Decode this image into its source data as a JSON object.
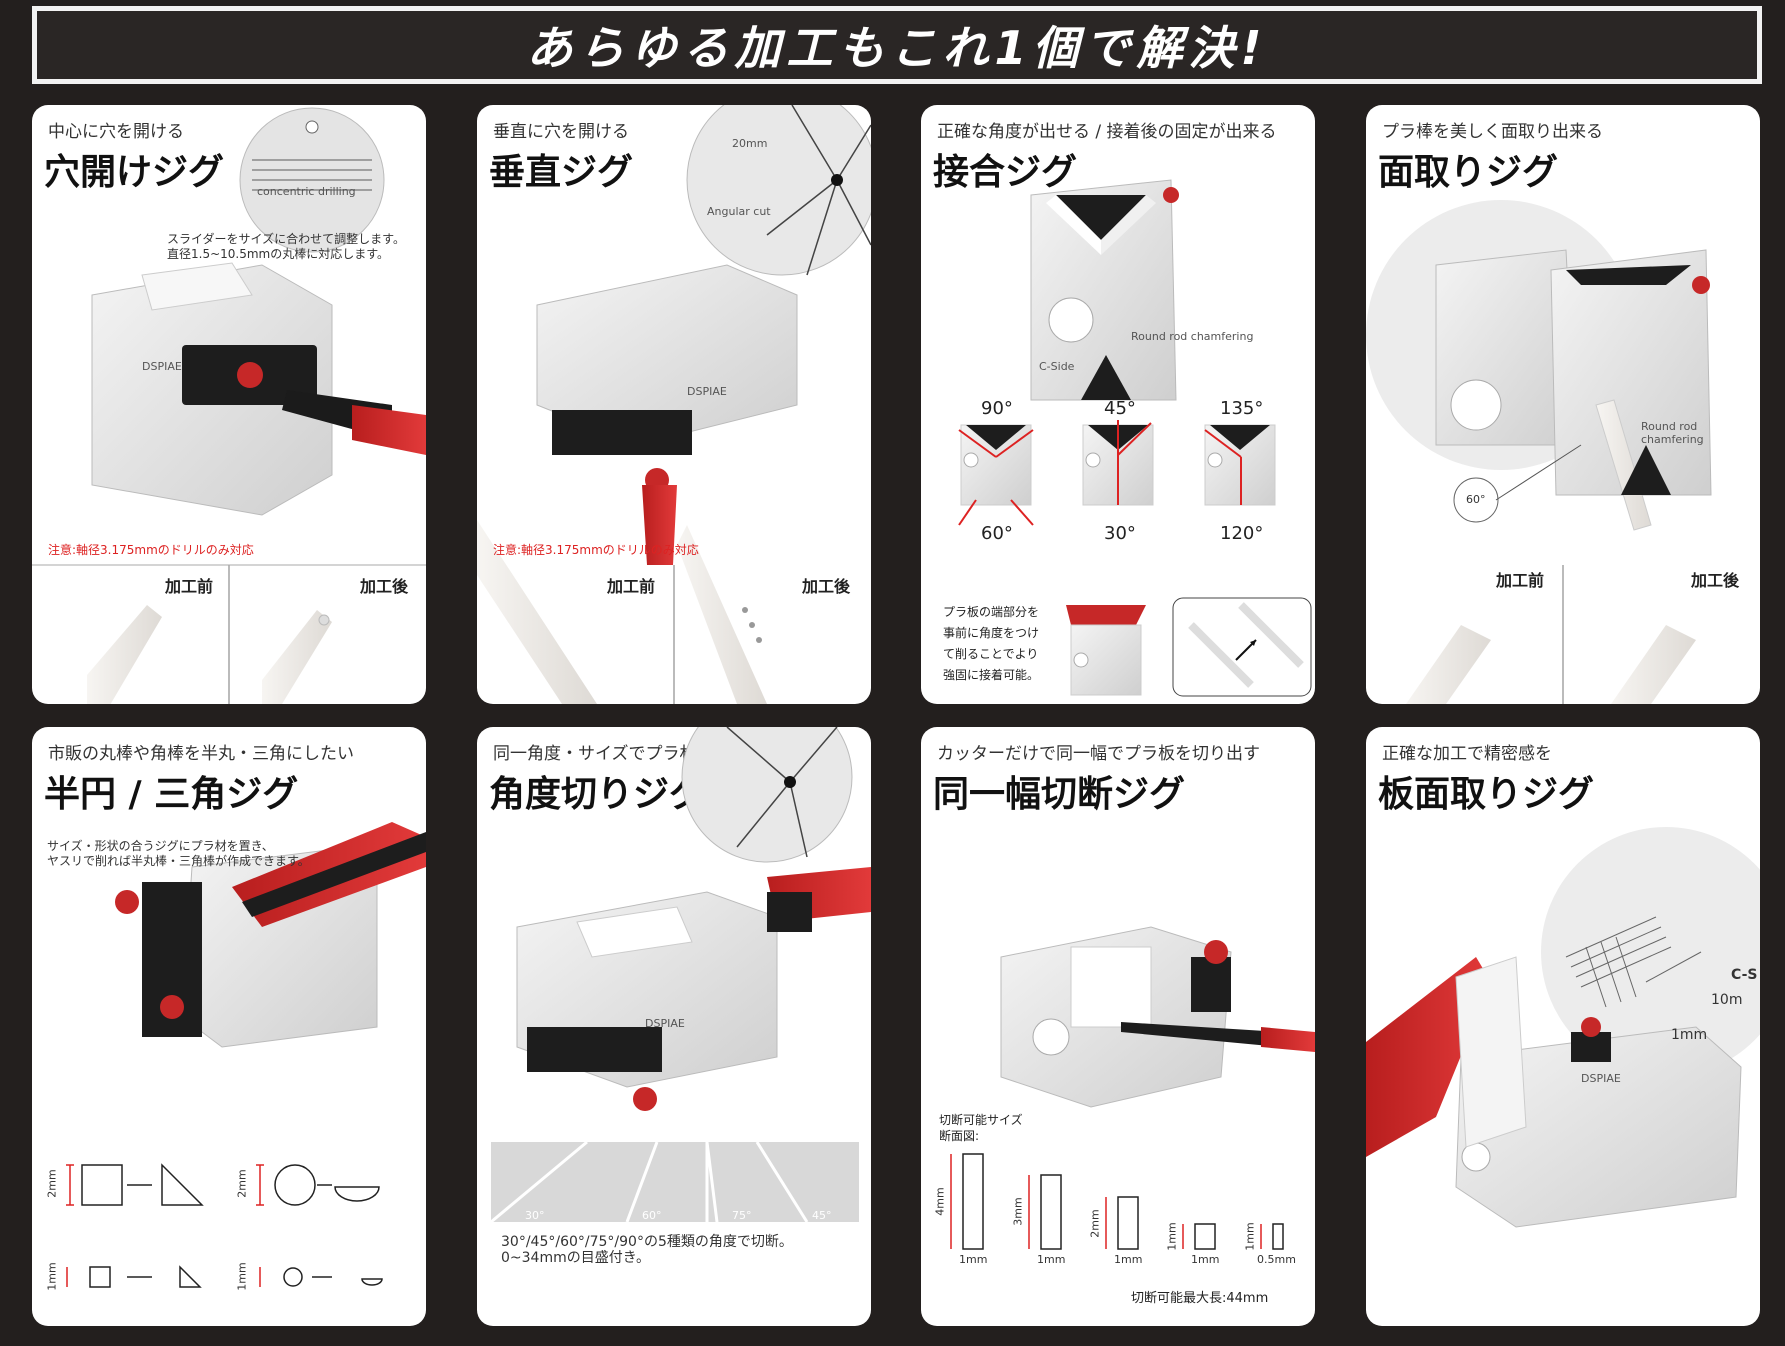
{
  "banner": {
    "title": "あらゆる加工もこれ1個で解決!"
  },
  "cards": [
    {
      "subtitle": "中心に穴を開ける",
      "title": "穴開けジグ",
      "note1": "スライダーをサイズに合わせて調整します。",
      "note2": "直径1.5~10.5mmの丸棒に対応します。",
      "warning": "注意:軸径3.175mmのドリルのみ対応",
      "label_before": "加工前",
      "label_after": "加工後",
      "engrave1": "concentric drilling",
      "engrave2": "DSPIAE"
    },
    {
      "subtitle": "垂直に穴を開ける",
      "title": "垂直ジグ",
      "warning": "注意:軸径3.175mmのドリルのみ対応",
      "label_before": "加工前",
      "label_after": "加工後",
      "engrave1": "20mm",
      "engrave2": "Angular cut",
      "engrave3": "DSPIAE"
    },
    {
      "subtitle": "正確な角度が出せる / 接着後の固定が出来る",
      "title": "接合ジグ",
      "engrave1": "Round rod chamfering",
      "engrave2": "C-Side",
      "angles_top": [
        "90°",
        "45°",
        "135°"
      ],
      "angles_bottom": [
        "60°",
        "30°",
        "120°"
      ],
      "note": [
        "プラ板の端部分を",
        "事前に角度をつけ",
        "て削ることでより",
        "強固に接着可能。"
      ]
    },
    {
      "subtitle": "プラ棒を美しく面取り出来る",
      "title": "面取りジグ",
      "engrave1": "Round rod chamfering",
      "engrave2": "60°",
      "label_before": "加工前",
      "label_after": "加工後"
    },
    {
      "subtitle": "市販の丸棒や角棒を半丸・三角にしたい",
      "title": "半円 / 三角ジグ",
      "note1": "サイズ・形状の合うジグにプラ材を置き、",
      "note2": "ヤスリで削れば半丸棒・三角棒が作成できます。",
      "dims": [
        "2mm",
        "2mm",
        "1mm",
        "1mm"
      ]
    },
    {
      "subtitle": "同一角度・サイズでプラ材の切り出し",
      "title": "角度切りジグ",
      "guide_angles": [
        "30°",
        "60°",
        "75°",
        "45°"
      ],
      "note1": "30°/45°/60°/75°/90°の5種類の角度で切断。",
      "note2": "0~34mmの目盛付き。",
      "engrave": "DSPIAE"
    },
    {
      "subtitle": "カッターだけで同一幅でプラ板を切り出す",
      "title": "同一幅切断ジグ",
      "section_label1": "切断可能サイズ",
      "section_label2": "断面図:",
      "heights": [
        "4mm",
        "3mm",
        "2mm",
        "1mm",
        "1mm"
      ],
      "widths": [
        "1mm",
        "1mm",
        "1mm",
        "1mm",
        "0.5mm"
      ],
      "max_length": "切断可能最大長:44mm"
    },
    {
      "subtitle": "正確な加工で精密感を",
      "title": "板面取りジグ",
      "engrave1": "C-S",
      "engrave2": "10m",
      "engrave3": "1mm",
      "engrave4": "DSPIAE"
    }
  ],
  "colors": {
    "background": "#231f1e",
    "card": "#ffffff",
    "accent_red": "#d42a2a",
    "jig_black": "#1d1d1d",
    "aluminum": "#e6e6e6"
  }
}
